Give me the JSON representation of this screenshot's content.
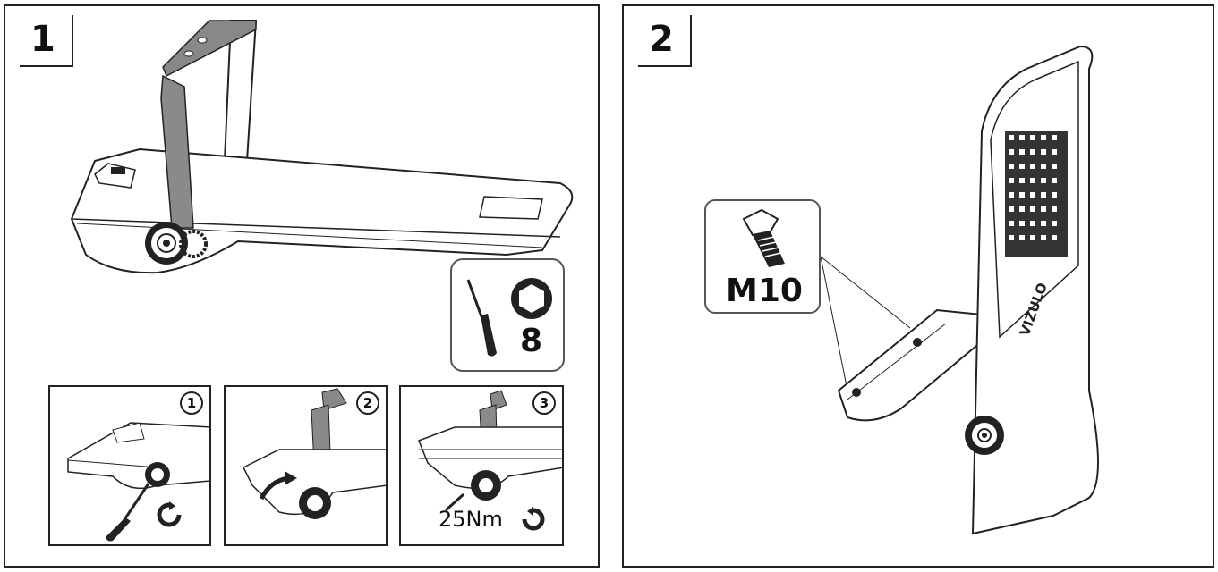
{
  "steps": [
    {
      "number": "1"
    },
    {
      "number": "2"
    }
  ],
  "tool": {
    "hex_size": "8",
    "screwdriver_icon": "screwdriver-icon",
    "hex_icon": "hex-key-icon"
  },
  "substeps": [
    {
      "number": "1",
      "rotation_icon": "rotate-counterclockwise-icon"
    },
    {
      "number": "2",
      "motion_icon": "tilt-arrow-icon"
    },
    {
      "number": "3",
      "torque": "25Nm",
      "rotation_icon": "rotate-clockwise-icon"
    }
  ],
  "bolt": {
    "size": "M10",
    "icon": "hex-bolt-icon"
  },
  "brand_mark": "VIZULO",
  "colors": {
    "line": "#222222",
    "bracket": "#8a8a8a",
    "bracket_dark": "#6f6f6f",
    "panel_border": "#555555"
  }
}
